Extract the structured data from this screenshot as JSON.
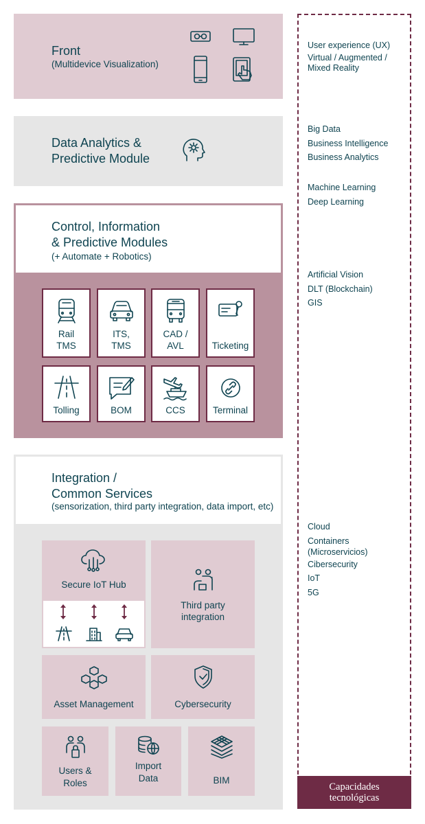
{
  "front": {
    "title": "Front",
    "subtitle": "(Multidevice Visualization)",
    "icons": [
      "vr-headset-icon",
      "monitor-icon",
      "smartphone-icon",
      "tablet-touch-icon"
    ]
  },
  "analytics": {
    "title": "Data Analytics &\nPredictive Module",
    "icon": "head-gear-icon"
  },
  "control": {
    "title": "Control, Information\n& Predictive Modules",
    "subtitle": "(+ Automate + Robotics)",
    "modules": [
      {
        "label": "Rail\nTMS",
        "icon": "train-icon"
      },
      {
        "label": "ITS,\nTMS",
        "icon": "car-icon"
      },
      {
        "label": "CAD /\nAVL",
        "icon": "bus-icon"
      },
      {
        "label": "Ticketing",
        "icon": "ticket-icon"
      },
      {
        "label": "Tolling",
        "icon": "road-icon"
      },
      {
        "label": "BOM",
        "icon": "message-edit-icon"
      },
      {
        "label": "CCS",
        "icon": "ship-plane-icon"
      },
      {
        "label": "Terminal",
        "icon": "link-icon"
      }
    ]
  },
  "integration": {
    "title": "Integration /\nCommon Services",
    "subtitle": "(sensorization, third party integration, data import, etc)",
    "secure_iot_hub": "Secure IoT Hub",
    "third_party": "Third party\nintegration",
    "asset_management": "Asset Management",
    "cybersecurity": "Cybersecurity",
    "users_roles": "Users &\nRoles",
    "import_data": "Import\nData",
    "bim": "BIM"
  },
  "capabilities": {
    "groups": [
      [
        "User experience (UX)",
        "Virtual / Augmented /",
        "Mixed Reality"
      ],
      [
        "Big Data",
        "Business Intelligence",
        "Business Analytics"
      ],
      [
        "Machine Learning",
        "Deep Learning"
      ],
      [
        "Artificial Vision",
        "DLT (Blockchain)",
        "GIS"
      ],
      [
        "Cloud",
        "Containers",
        "(Microservicios)",
        "Cibersecurity",
        "IoT",
        "5G"
      ]
    ],
    "footer": "Capacidades\ntecnológicas"
  },
  "colors": {
    "pink": "#e0cbd2",
    "grey": "#e6e6e6",
    "mauve": "#b9929e",
    "maroon": "#6e2b45",
    "text": "#0f4451"
  }
}
